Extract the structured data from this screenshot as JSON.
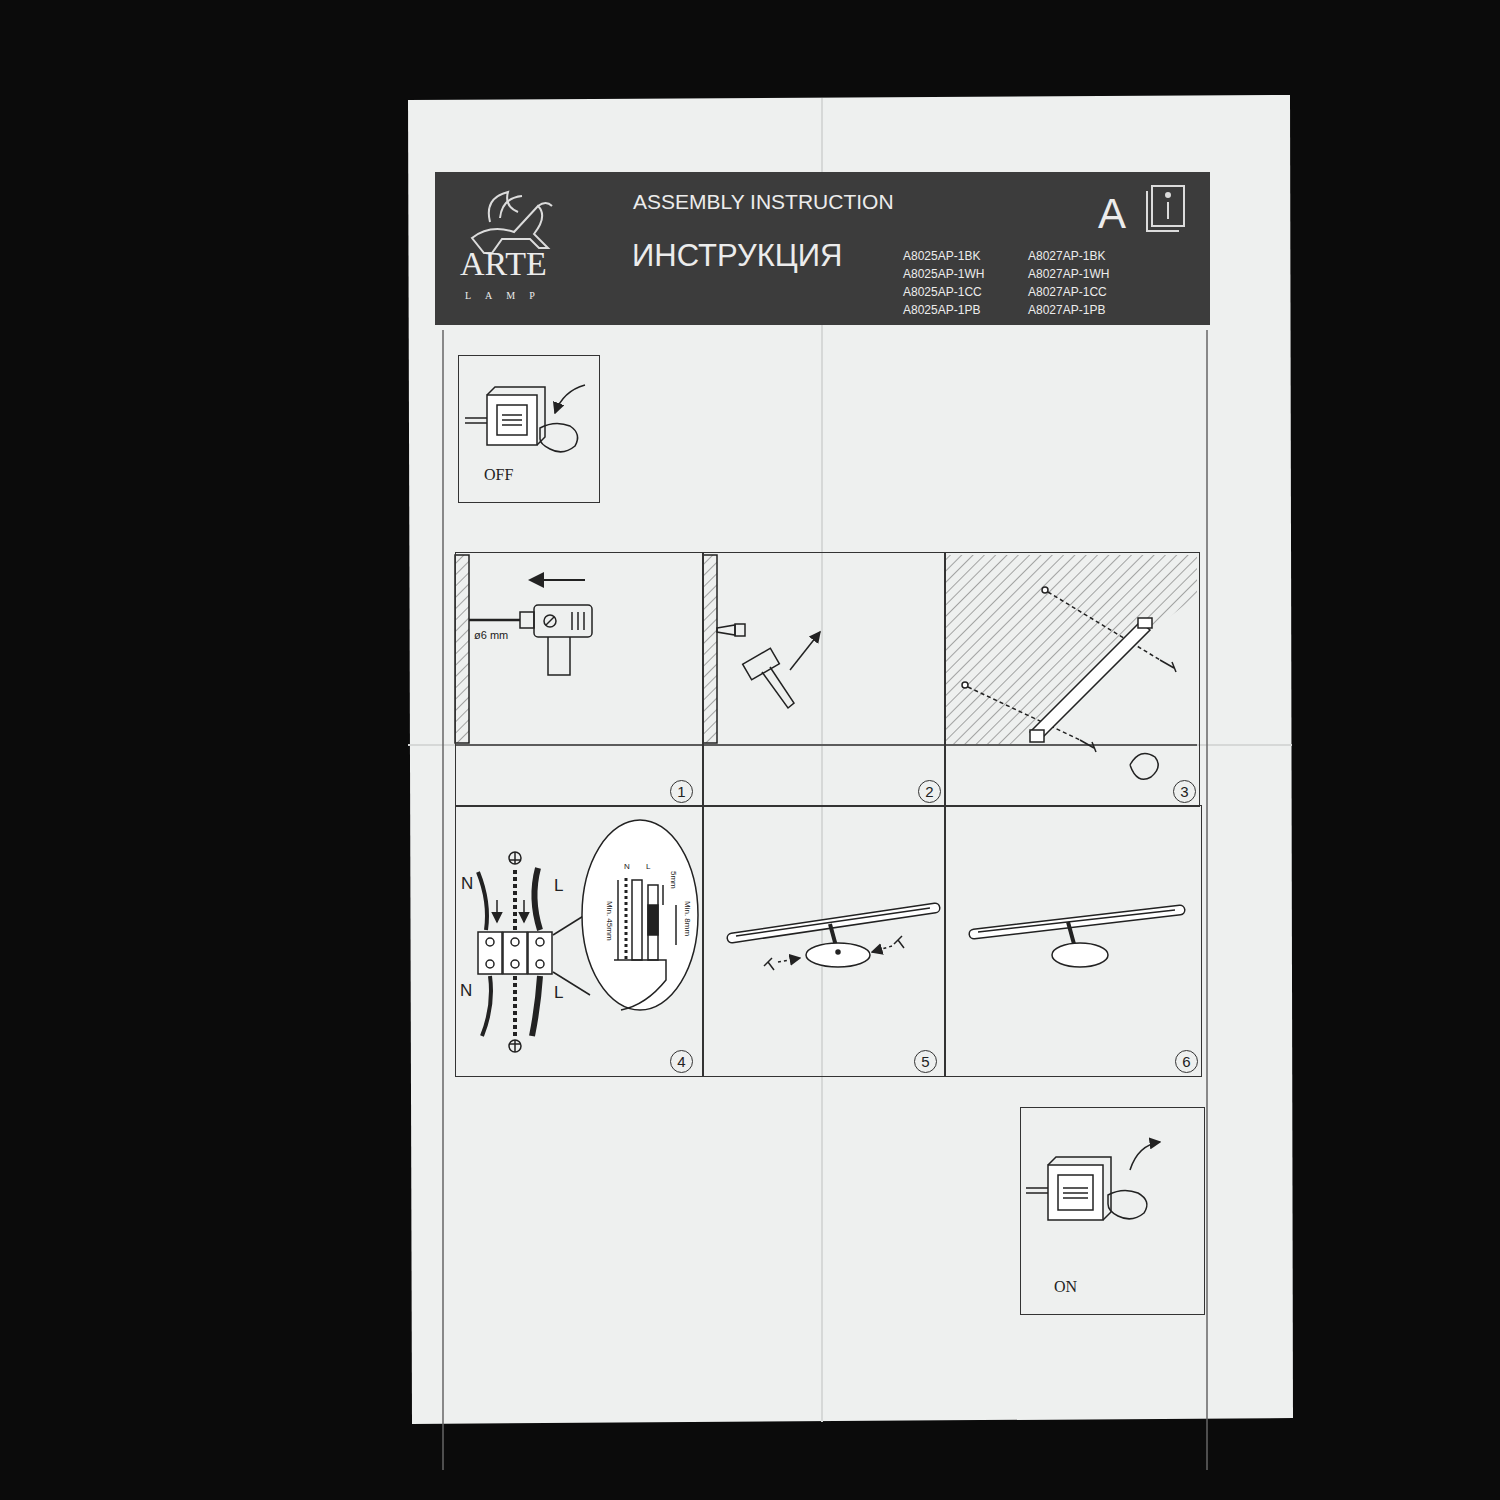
{
  "diagram": {
    "title": "ASSEMBLY INSTRUCTION",
    "nodes": [
      {
        "text": [
          "ARTE",
          "LAMP",
          "ИНСТРУКЦИЯ",
          "A",
          "A8025AP-1BK",
          "A8025AP-1WH",
          "A8025AP-1CC",
          "A8025AP-1PB",
          "A8027AP-1BK",
          "A8027AP-1WH",
          "A8027AP-1CC",
          "A8027AP-1PB"
        ]
      },
      {
        "text": [
          "OFF"
        ]
      },
      {
        "text": [
          "ø6 mm",
          "1"
        ]
      },
      {
        "text": [
          "2"
        ]
      },
      {
        "text": [
          "3"
        ]
      },
      {
        "text": [
          "N",
          "L",
          "N",
          "L",
          "N",
          "L",
          "Min. 45mm",
          "5mm",
          "Min. 8mm",
          "4"
        ]
      },
      {
        "text": [
          "5"
        ]
      },
      {
        "text": [
          "6"
        ]
      },
      {
        "text": [
          "ON"
        ]
      }
    ]
  }
}
